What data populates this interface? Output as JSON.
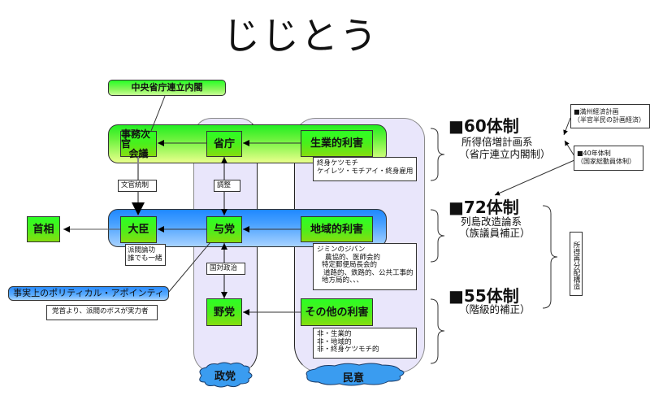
{
  "title": "じじとう",
  "cabinet_label": "中央省庁連立内閣",
  "nodes": {
    "vice_ministers": [
      "事務次官",
      "会議"
    ],
    "ministries": "省庁",
    "livelihood_interest": "生業的利害",
    "prime_minister": "首相",
    "minister": "大臣",
    "ruling_party": "与党",
    "regional_interest": "地域的利害",
    "opposition": "野党",
    "other_interest": "その他の利害"
  },
  "edge_labels": {
    "civil_control": "文官統制",
    "coordination": "調整",
    "diet_politics": "国対政治"
  },
  "notes": {
    "livelihood": [
      "終身ケツモチ",
      "ケイレツ・モチアイ・終身雇用"
    ],
    "faction": [
      "派閥論功",
      "誰でも一緒"
    ],
    "jiban": [
      "ジミンのジバン",
      "農協的、医師会的",
      "特定郵便局長会的",
      "道路的、鉄路的、公共工事的",
      "地方局的、、、"
    ],
    "other": [
      "非・生業的",
      "非・地域的",
      "非・終身ケツモチ的"
    ],
    "appointee": "党首より、派閥のボスが実力者"
  },
  "callout": "事実上のポリティカル・アポインティ",
  "columns": {
    "party": "政党",
    "public": "民意"
  },
  "regimes": [
    {
      "heading": "■60体制",
      "lines": [
        "所得倍増計画系",
        "（省庁連立内閣制）"
      ]
    },
    {
      "heading": "■72体制",
      "lines": [
        "列島改造論系",
        "（族議員補正）"
      ]
    },
    {
      "heading": "■55体制",
      "lines": [
        "（階級的補正）"
      ]
    }
  ],
  "side_notes": {
    "manchuria": [
      "■満州経済計画",
      "（半官半民の計画経済）"
    ],
    "system1940": [
      "■40年体制",
      "（国家総動員体制）"
    ]
  },
  "vertical_label": "所得再分配構造",
  "colors": {
    "node_green": "#2cff24",
    "band_green": "#22ee22",
    "band_blue": "#1f88ff",
    "column_lavender": "#e9e6fb",
    "cloud_blue": "#3a9cf0"
  }
}
